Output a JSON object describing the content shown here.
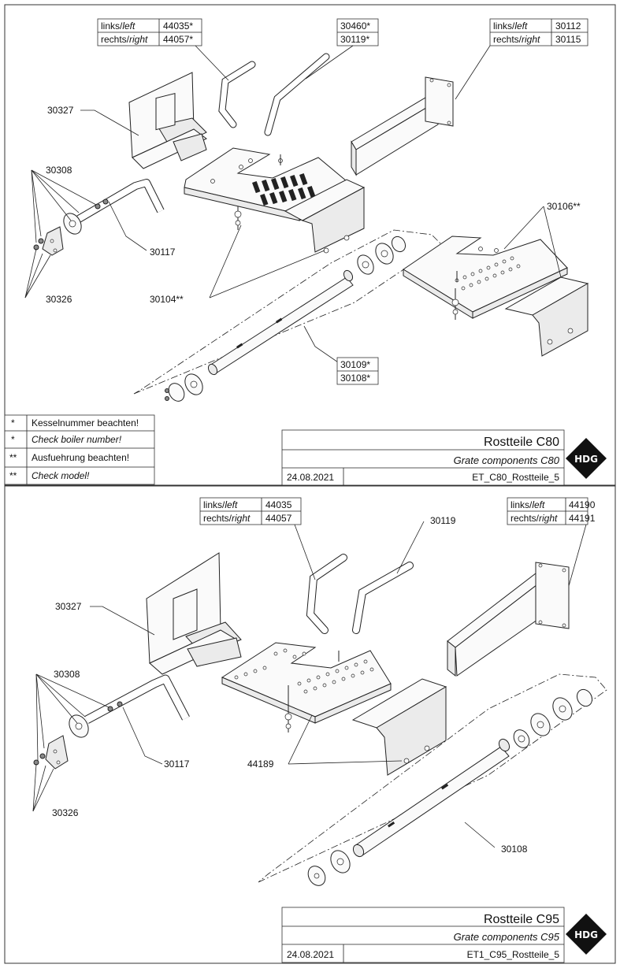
{
  "top": {
    "labels": {
      "p30327": "30327",
      "p30308": "30308",
      "p30326": "30326",
      "p30117": "30117",
      "p30104": "30104**",
      "p30106": "30106**",
      "p30109": "30109*",
      "p30108": "30108*"
    },
    "table_left": {
      "row1_label": "links/",
      "row1_label_it": "left",
      "row1_value": "44035*",
      "row2_label": "rechts/",
      "row2_label_it": "right",
      "row2_value": "44057*"
    },
    "table_mid": {
      "row1_value": "30460*",
      "row2_value": "30119*"
    },
    "table_right": {
      "row1_label": "links/",
      "row1_label_it": "left",
      "row1_value": "30112",
      "row2_label": "rechts/",
      "row2_label_it": "right",
      "row2_value": "30115"
    },
    "notes": [
      {
        "mark": "*",
        "text": "Kesselnummer beachten!",
        "italic": false
      },
      {
        "mark": "*",
        "text": "Check boiler number!",
        "italic": true
      },
      {
        "mark": "**",
        "text": "Ausfuehrung beachten!",
        "italic": false
      },
      {
        "mark": "**",
        "text": "Check model!",
        "italic": true
      }
    ],
    "title_block": {
      "title": "Rostteile C80",
      "subtitle": "Grate components C80",
      "date": "24.08.2021",
      "doc_id": "ET_C80_Rostteile_5",
      "logo": "HDG"
    }
  },
  "bottom": {
    "labels": {
      "p30327": "30327",
      "p30308": "30308",
      "p30326": "30326",
      "p30117": "30117",
      "p44189": "44189",
      "p30119": "30119",
      "p30108": "30108"
    },
    "table_left": {
      "row1_label": "links/",
      "row1_label_it": "left",
      "row1_value": "44035",
      "row2_label": "rechts/",
      "row2_label_it": "right",
      "row2_value": "44057"
    },
    "table_right": {
      "row1_label": "links/",
      "row1_label_it": "left",
      "row1_value": "44190",
      "row2_label": "rechts/",
      "row2_label_it": "right",
      "row2_value": "44191"
    },
    "title_block": {
      "title": "Rostteile C95",
      "subtitle": "Grate components C95",
      "date": "24.08.2021",
      "doc_id": "ET1_C95_Rostteile_5",
      "logo": "HDG"
    }
  }
}
